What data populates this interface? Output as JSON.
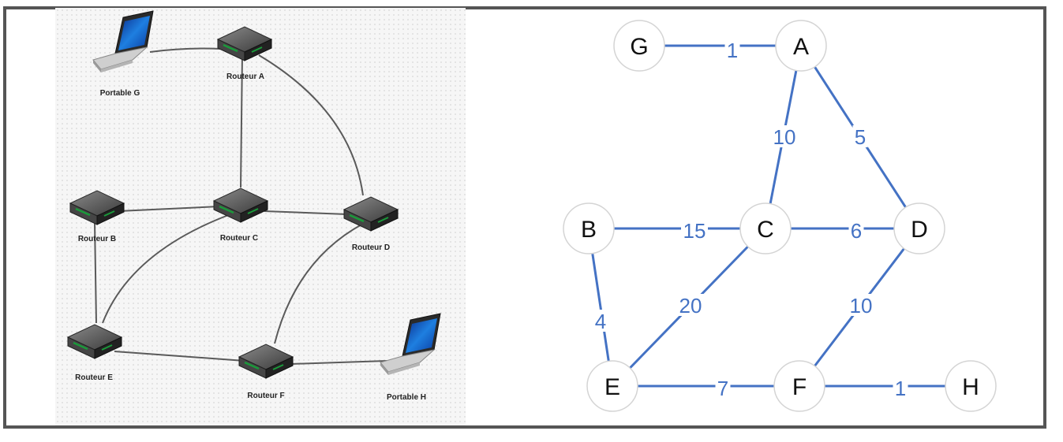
{
  "network": {
    "devices": [
      {
        "id": "A",
        "label": "Routeur A",
        "type": "router"
      },
      {
        "id": "B",
        "label": "Routeur B",
        "type": "router"
      },
      {
        "id": "C",
        "label": "Routeur C",
        "type": "router"
      },
      {
        "id": "D",
        "label": "Routeur D",
        "type": "router"
      },
      {
        "id": "E",
        "label": "Routeur E",
        "type": "router"
      },
      {
        "id": "F",
        "label": "Routeur F",
        "type": "router"
      },
      {
        "id": "G",
        "label": "Portable G",
        "type": "laptop"
      },
      {
        "id": "H",
        "label": "Portable H",
        "type": "laptop"
      }
    ],
    "links": [
      [
        "G",
        "A"
      ],
      [
        "A",
        "C"
      ],
      [
        "A",
        "D"
      ],
      [
        "B",
        "C"
      ],
      [
        "C",
        "D"
      ],
      [
        "B",
        "E"
      ],
      [
        "C",
        "E"
      ],
      [
        "D",
        "F"
      ],
      [
        "E",
        "F"
      ],
      [
        "F",
        "H"
      ]
    ]
  },
  "graph": {
    "edge_color": "#4472C4",
    "nodes": [
      {
        "id": "G",
        "label": "G"
      },
      {
        "id": "A",
        "label": "A"
      },
      {
        "id": "B",
        "label": "B"
      },
      {
        "id": "C",
        "label": "C"
      },
      {
        "id": "D",
        "label": "D"
      },
      {
        "id": "E",
        "label": "E"
      },
      {
        "id": "F",
        "label": "F"
      },
      {
        "id": "H",
        "label": "H"
      }
    ],
    "edges": [
      {
        "from": "G",
        "to": "A",
        "weight": "1"
      },
      {
        "from": "A",
        "to": "C",
        "weight": "10"
      },
      {
        "from": "A",
        "to": "D",
        "weight": "5"
      },
      {
        "from": "B",
        "to": "C",
        "weight": "15"
      },
      {
        "from": "C",
        "to": "D",
        "weight": "6"
      },
      {
        "from": "B",
        "to": "E",
        "weight": "4"
      },
      {
        "from": "C",
        "to": "E",
        "weight": "20"
      },
      {
        "from": "D",
        "to": "F",
        "weight": "10"
      },
      {
        "from": "E",
        "to": "F",
        "weight": "7"
      },
      {
        "from": "F",
        "to": "H",
        "weight": "1"
      }
    ]
  }
}
